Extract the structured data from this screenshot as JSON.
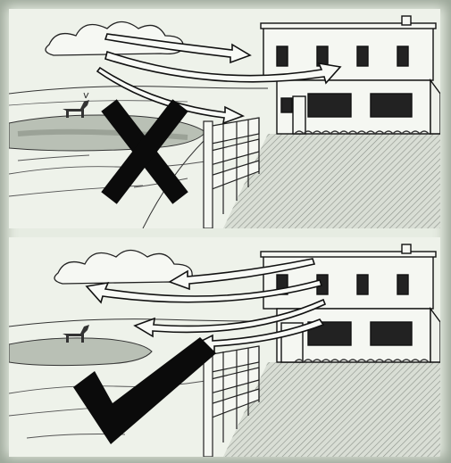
{
  "illustration": {
    "panels": [
      {
        "scene": "house-with-fence",
        "verdict_icon": "cross-icon",
        "airflow": "wind-enters-house"
      },
      {
        "scene": "house-with-fence",
        "verdict_icon": "check-icon",
        "airflow": "wind-leaves-house"
      }
    ],
    "colors": {
      "background": "#e6ece2",
      "ink": "#111111",
      "sky": "#eef2ea",
      "field": "#e4eadf",
      "pavement": "#c9cfc6"
    }
  }
}
